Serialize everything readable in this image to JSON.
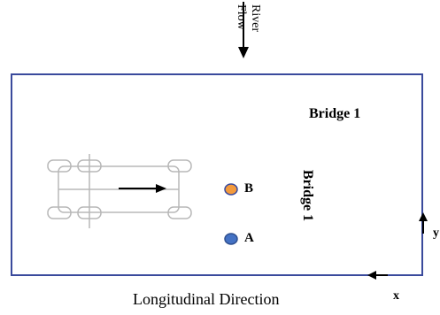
{
  "diagram": {
    "river_label_line1": "River",
    "river_label_line2": "Flow",
    "bridge_label_horizontal": "Bridge 1",
    "bridge_label_vertical": "Bridge 1",
    "point_b_label": "B",
    "point_a_label": "A",
    "axis_x_label": "x",
    "axis_y_label": "y",
    "footer_title": "Longitudinal Direction",
    "colors": {
      "frame": "#3a4a9c",
      "point_b": "#f39a3c",
      "point_a": "#4472c4",
      "vehicle_outline": "#b8b8b8",
      "arrow": "#000000"
    },
    "icons": {
      "vehicle": "vehicle-outline-icon",
      "travel_arrow": "right-arrow-icon",
      "flow_arrow": "down-arrow-icon"
    }
  }
}
